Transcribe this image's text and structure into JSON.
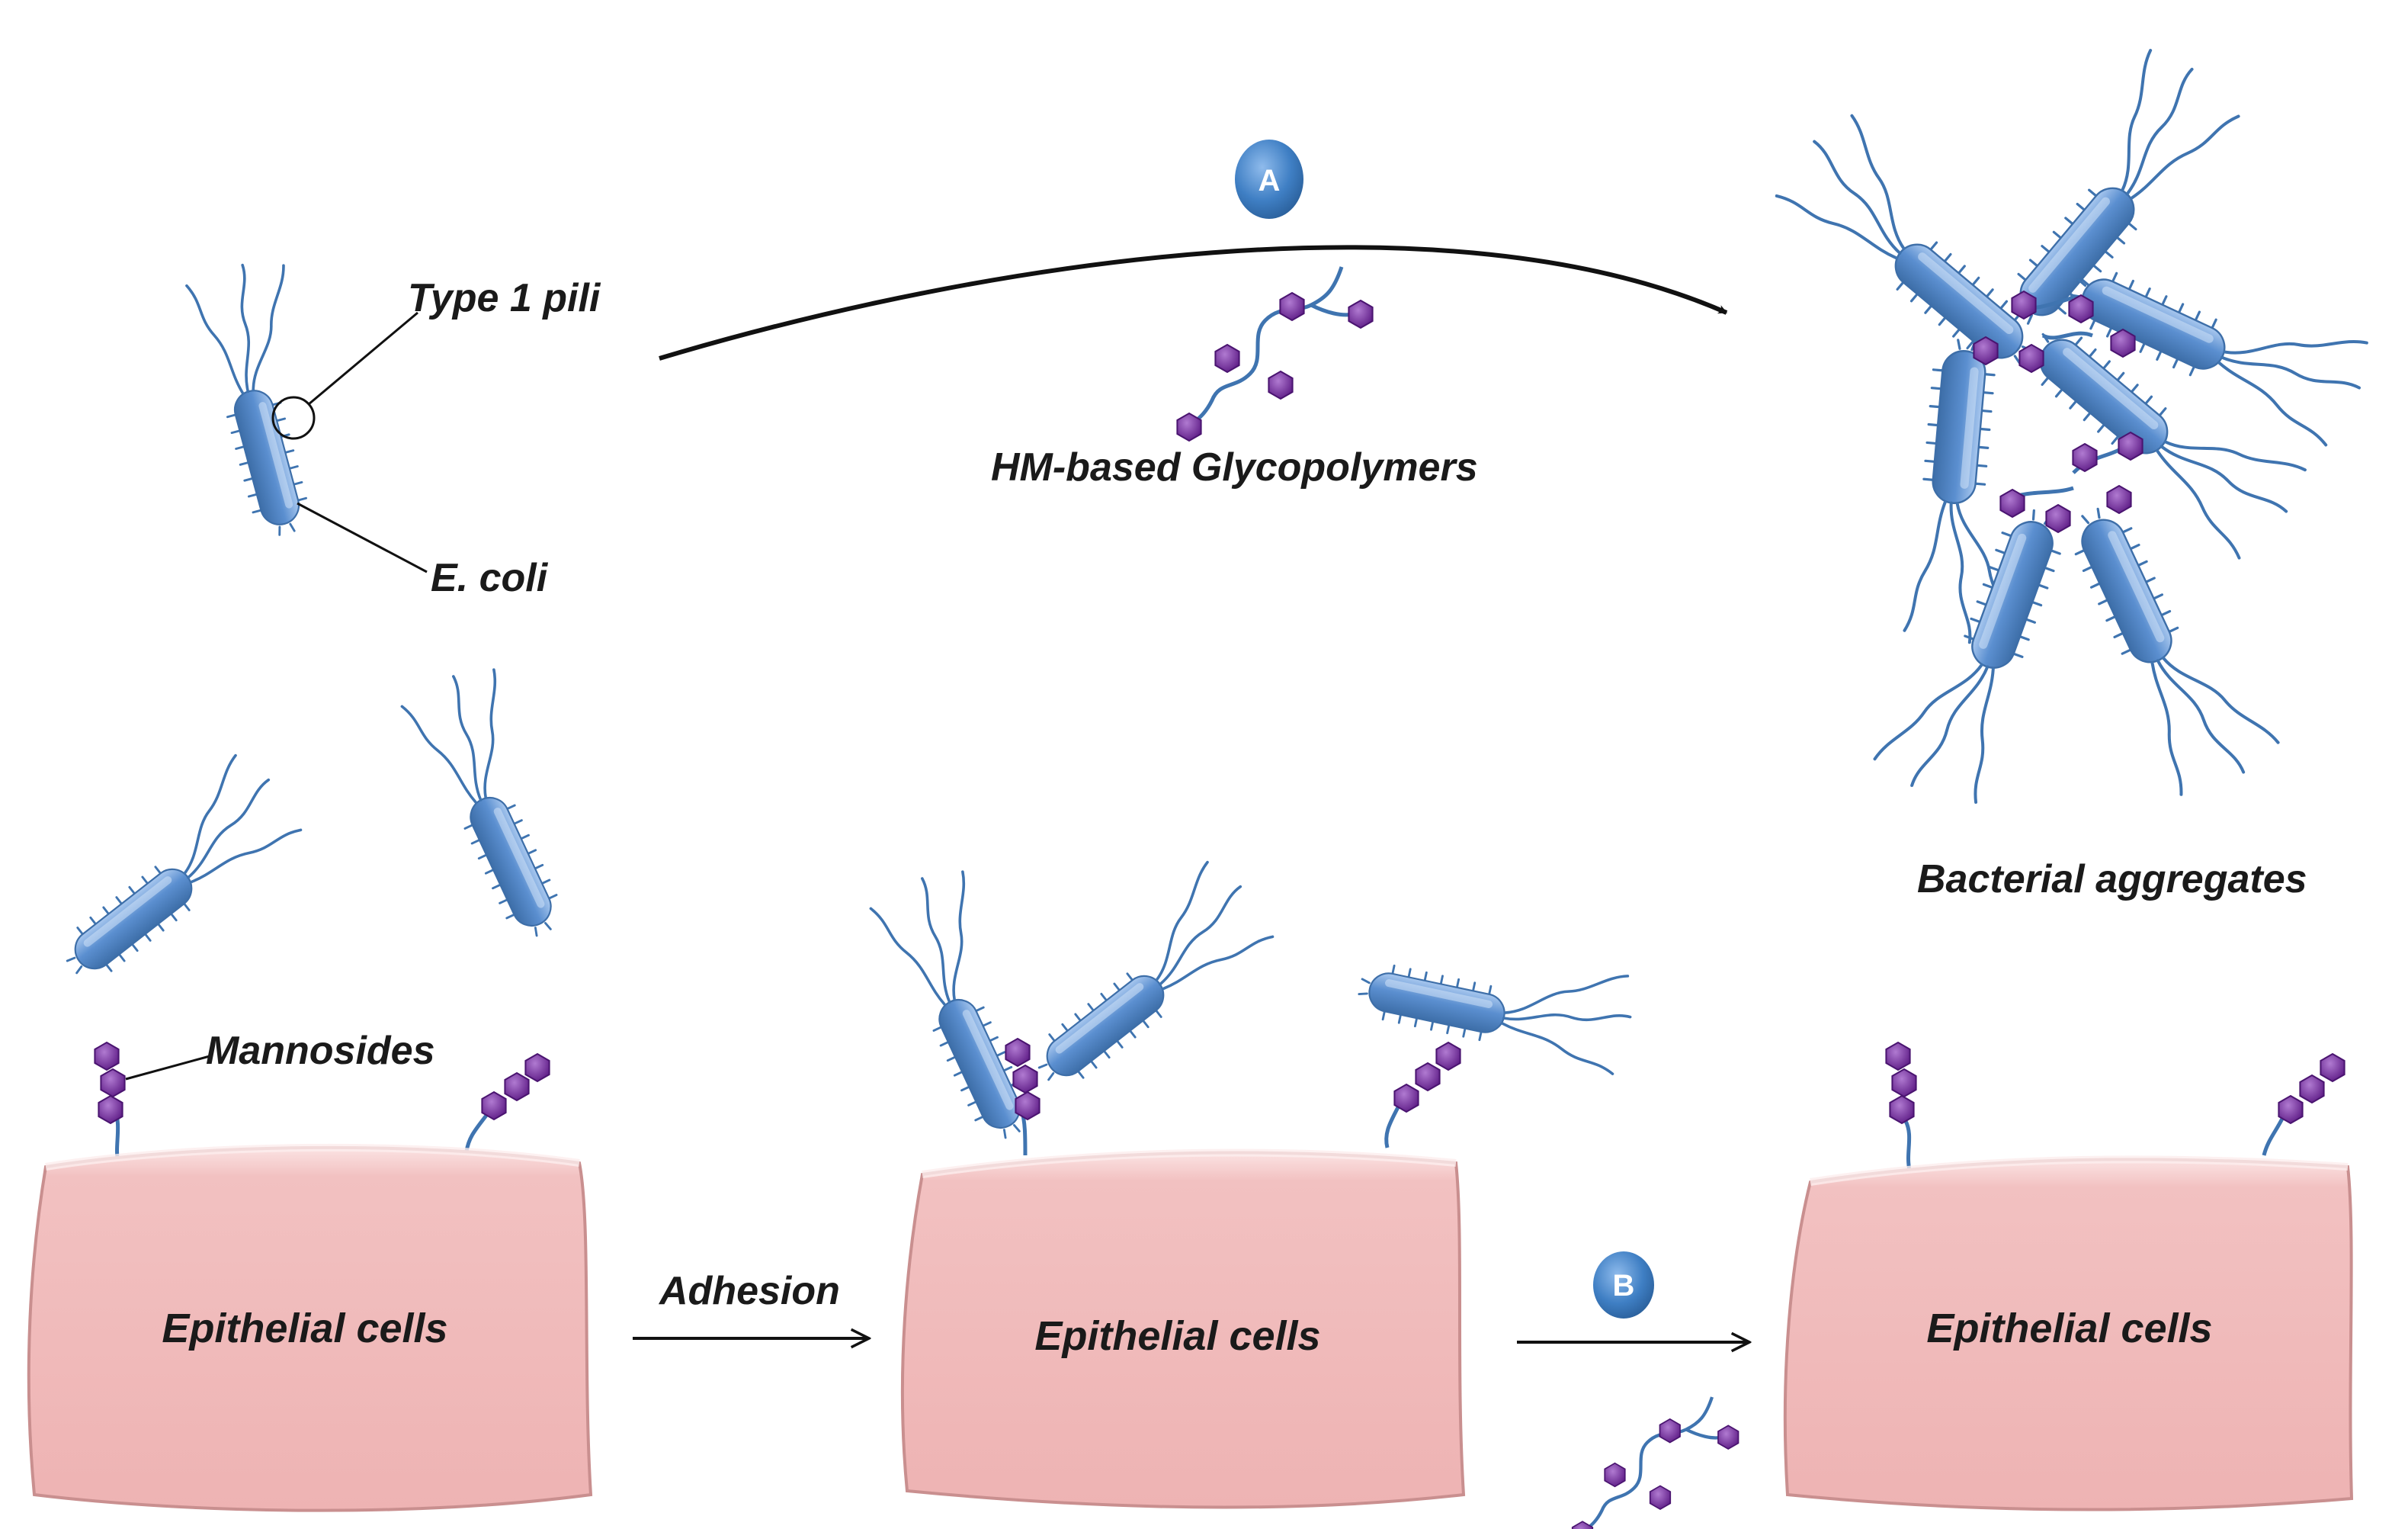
{
  "labels": {
    "type1_pili": "Type 1 pili",
    "ecoli": "E. coli",
    "mannosides": "Mannosides",
    "glycopolymers": "HM-based Glycopolymers",
    "bacterial_aggregates": "Bacterial aggregates",
    "adhesion": "Adhesion",
    "epithelial_cells": "Epithelial cells"
  },
  "badges": {
    "a": "A",
    "b": "B"
  },
  "colors": {
    "bacterium_fill": "#5b8fd0",
    "bacterium_light": "#a9c8ef",
    "bacterium_stroke": "#3d6ea8",
    "pili": "#3f74b0",
    "mannose": "#7a2aa3",
    "mannose_light": "#b07ad1",
    "cell_fill": "#f2c1c1",
    "cell_stroke": "#c98f8f",
    "badge": "#3f7fc4",
    "arrow": "#111111"
  }
}
